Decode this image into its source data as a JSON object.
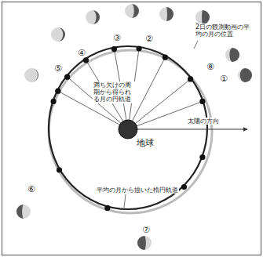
{
  "diagram": {
    "nodes": [
      {
        "text": [
          "地球"
        ]
      }
    ],
    "labels": [
      "①",
      "②",
      "③",
      "④",
      "⑤",
      "⑥",
      "⑦",
      "⑧",
      "2日の観測動画の平均の月の位置",
      "満ち欠けの周期から得られる月の円軌道",
      "太陽の方向",
      "平均の月から描いた楕円軌道"
    ]
  }
}
